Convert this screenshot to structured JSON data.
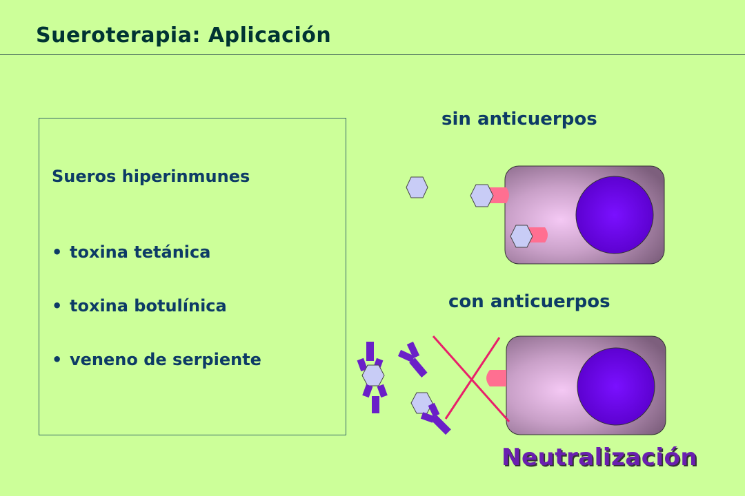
{
  "slide": {
    "title": "Sueroterapia: Aplicación"
  },
  "info_box": {
    "heading": "Sueros hiperinmunes",
    "bullets": [
      "toxina tetánica",
      "toxina botulínica",
      "veneno de serpiente"
    ]
  },
  "diagram": {
    "top_label": "sin anticuerpos",
    "bottom_label": "con anticuerpos",
    "result_label": "Neutralización"
  },
  "colors": {
    "background": "#ccff99",
    "text": "#0d3b66",
    "cell": "#9a7898",
    "nucleus": "#6a00e6",
    "receptor": "#ff6f91",
    "toxin": "#c8ccf6",
    "antibody": "#6a1fc8",
    "cross": "#e8206a"
  }
}
